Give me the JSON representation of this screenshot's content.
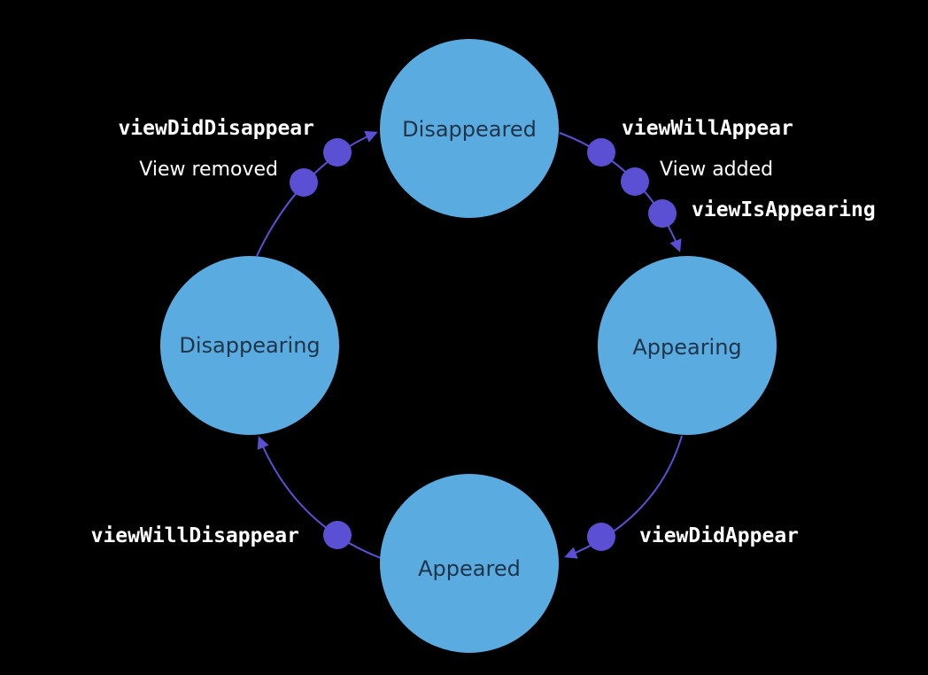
{
  "colors": {
    "background": "#000000",
    "state_fill": "#5aabe0",
    "state_text": "#1f3448",
    "arrow": "#5b4fd3",
    "event_dot": "#5b4fd3",
    "label_text": "#ffffff"
  },
  "states": {
    "disappeared": "Disappeared",
    "appearing": "Appearing",
    "appeared": "Appeared",
    "disappearing": "Disappearing"
  },
  "methods": {
    "view_will_appear": "viewWillAppear",
    "view_is_appearing": "viewIsAppearing",
    "view_did_appear": "viewDidAppear",
    "view_will_disappear": "viewWillDisappear",
    "view_did_disappear": "viewDidDisappear"
  },
  "notes": {
    "view_added": "View added",
    "view_removed": "View removed"
  }
}
